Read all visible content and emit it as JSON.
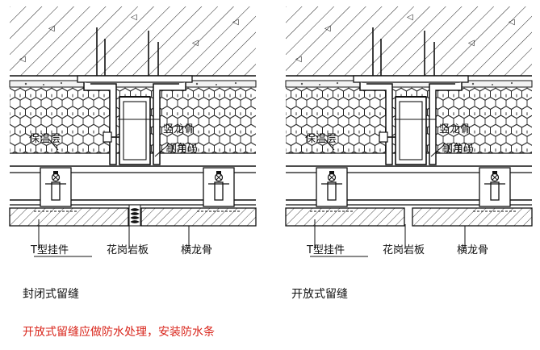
{
  "diagrams": [
    {
      "id": "closed",
      "caption": "封闭式留缝",
      "labels": {
        "insulation": "保温层",
        "vertical_keel": "竖龙骨",
        "steel_angle": "钢角码",
        "t_hanger": "T型挂件",
        "granite": "花岗岩板",
        "horizontal_keel": "横龙骨"
      }
    },
    {
      "id": "open",
      "caption": "开放式留缝",
      "labels": {
        "insulation": "保温层",
        "vertical_keel": "竖龙骨",
        "steel_angle": "钢角码",
        "t_hanger": "T型挂件",
        "granite": "花岗岩板",
        "horizontal_keel": "横龙骨"
      }
    }
  ],
  "note": "开放式留缝应做防水处理，安装防水条",
  "colors": {
    "line": "#1a1a1a",
    "note": "#d9261c"
  }
}
